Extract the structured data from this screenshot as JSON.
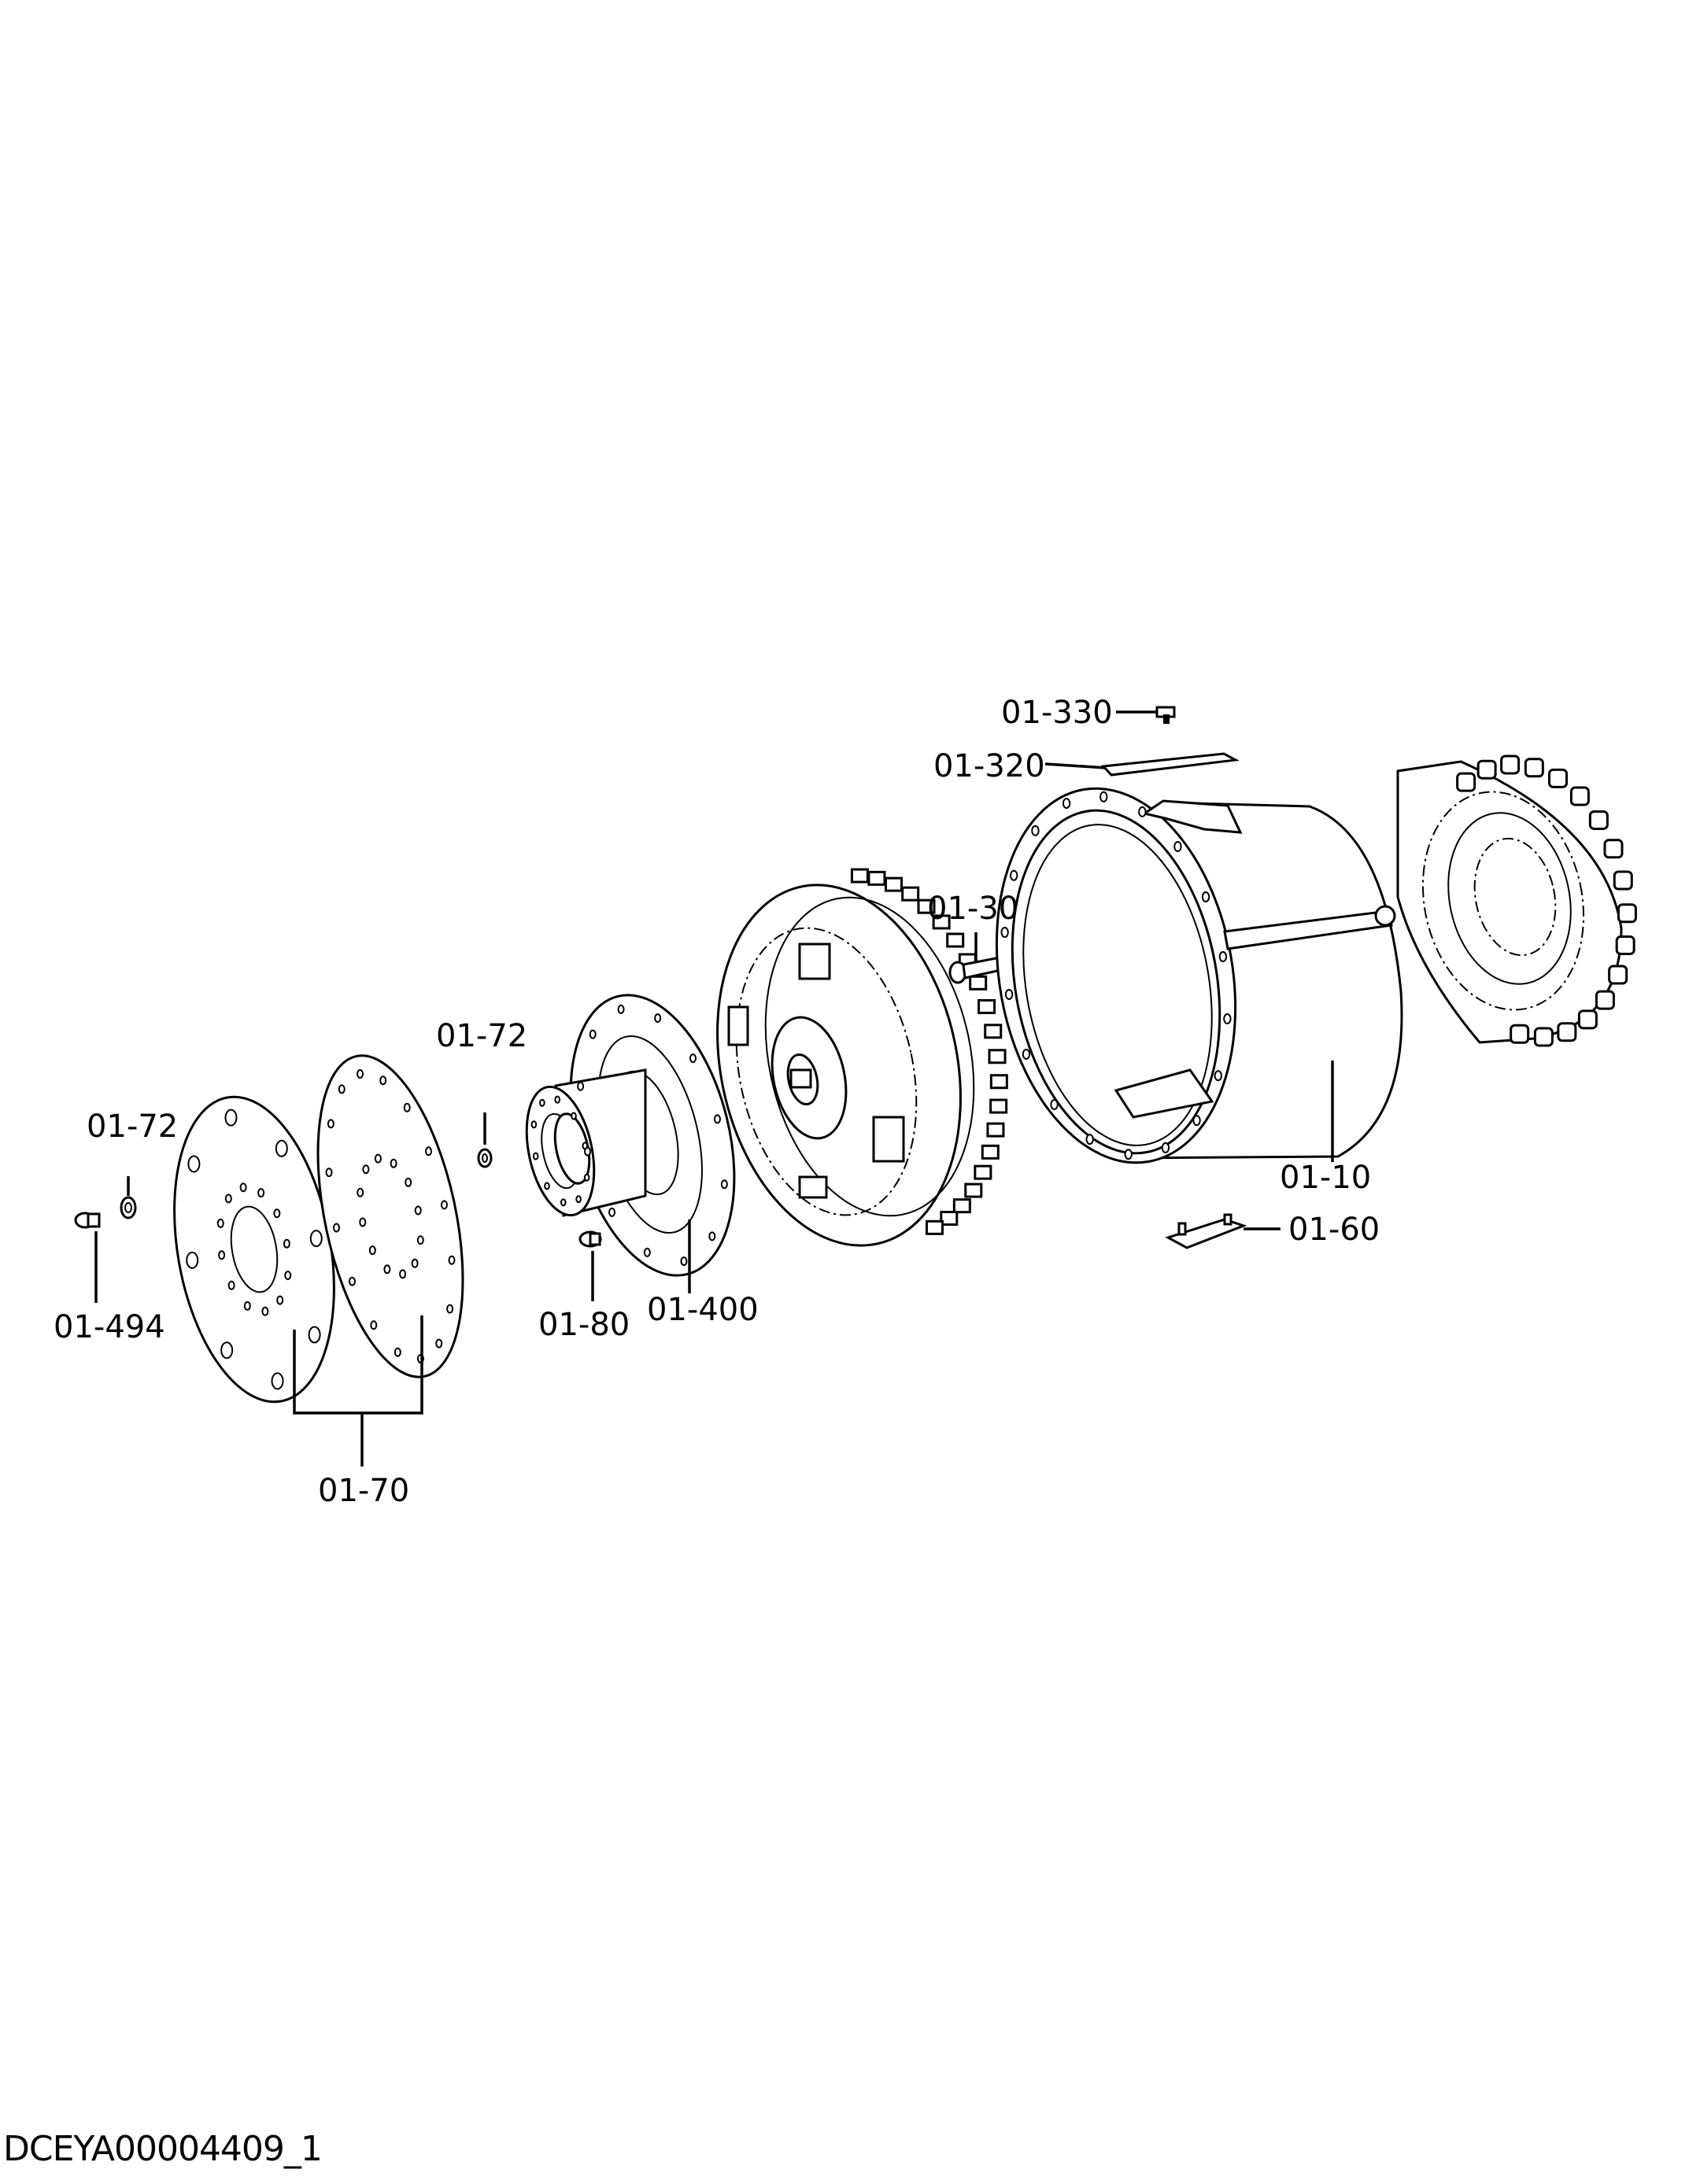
{
  "document_id": "DCEYA00004409_1",
  "callouts": [
    {
      "id": "01-330",
      "text": "01-330"
    },
    {
      "id": "01-320",
      "text": "01-320"
    },
    {
      "id": "01-30",
      "text": "01-30"
    },
    {
      "id": "01-72a",
      "text": "01-72"
    },
    {
      "id": "01-72b",
      "text": "01-72"
    },
    {
      "id": "01-10",
      "text": "01-10"
    },
    {
      "id": "01-60",
      "text": "01-60"
    },
    {
      "id": "01-494",
      "text": "01-494"
    },
    {
      "id": "01-80",
      "text": "01-80"
    },
    {
      "id": "01-400",
      "text": "01-400"
    },
    {
      "id": "01-70",
      "text": "01-70"
    }
  ]
}
